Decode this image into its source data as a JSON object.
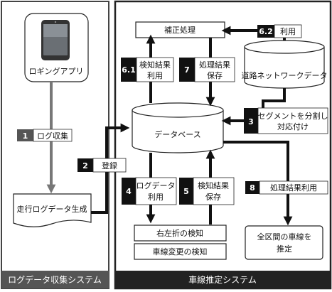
{
  "left_system": {
    "title": "ログデータ収集システム",
    "app_box": {
      "label": "ロギングアプリ"
    },
    "log_box": {
      "label": "走行ログデータ生成"
    },
    "step1": {
      "number": "1",
      "label": "ログ収集"
    }
  },
  "right_system": {
    "title": "車線推定システム",
    "correction_box": {
      "label": "補正処理"
    },
    "road_db": {
      "label": "道路ネットワークデータ"
    },
    "database": {
      "label": "データベース"
    },
    "right_turn_box": {
      "label": "右左折の検知"
    },
    "lane_change_box": {
      "label": "車線変更の検知"
    },
    "all_lane_box": {
      "line1": "全区間の車線を",
      "line2": "推定"
    },
    "steps": {
      "s2": {
        "number": "2",
        "label": "登録"
      },
      "s3": {
        "number": "3",
        "line1": "セグメントを分割し",
        "line2": "対応付け"
      },
      "s4": {
        "number": "4",
        "line1": "ログデータ",
        "line2": "利用"
      },
      "s5": {
        "number": "5",
        "line1": "検知結果",
        "line2": "保存"
      },
      "s6_1": {
        "number": "6.1",
        "line1": "検知結果",
        "line2": "利用"
      },
      "s6_2": {
        "number": "6.2",
        "label": "利用"
      },
      "s7": {
        "number": "7",
        "line1": "処理結果",
        "line2": "保存"
      },
      "s8": {
        "number": "8",
        "label": "処理結果利用"
      }
    }
  }
}
